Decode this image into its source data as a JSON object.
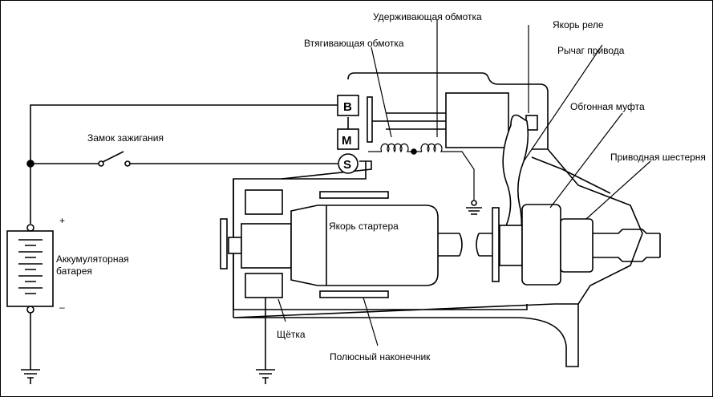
{
  "labels": {
    "holding_winding": "Удерживающая обмотка",
    "relay_armature": "Якорь реле",
    "pull_in_winding": "Втягивающая обмотка",
    "drive_lever": "Рычаг привода",
    "overrunning_clutch": "Обгонная муфта",
    "ignition_switch": "Замок зажигания",
    "drive_pinion": "Приводная шестерня",
    "starter_armature": "Якорь стартера",
    "battery": "Аккумуляторная\nбатарея",
    "brush": "Щётка",
    "pole_shoe": "Полюсный наконечник"
  },
  "terminals": {
    "b": "B",
    "m": "M",
    "s": "S"
  },
  "polarity": {
    "plus": "+",
    "minus": "–"
  },
  "colors": {
    "line": "#000000",
    "background": "#ffffff"
  }
}
